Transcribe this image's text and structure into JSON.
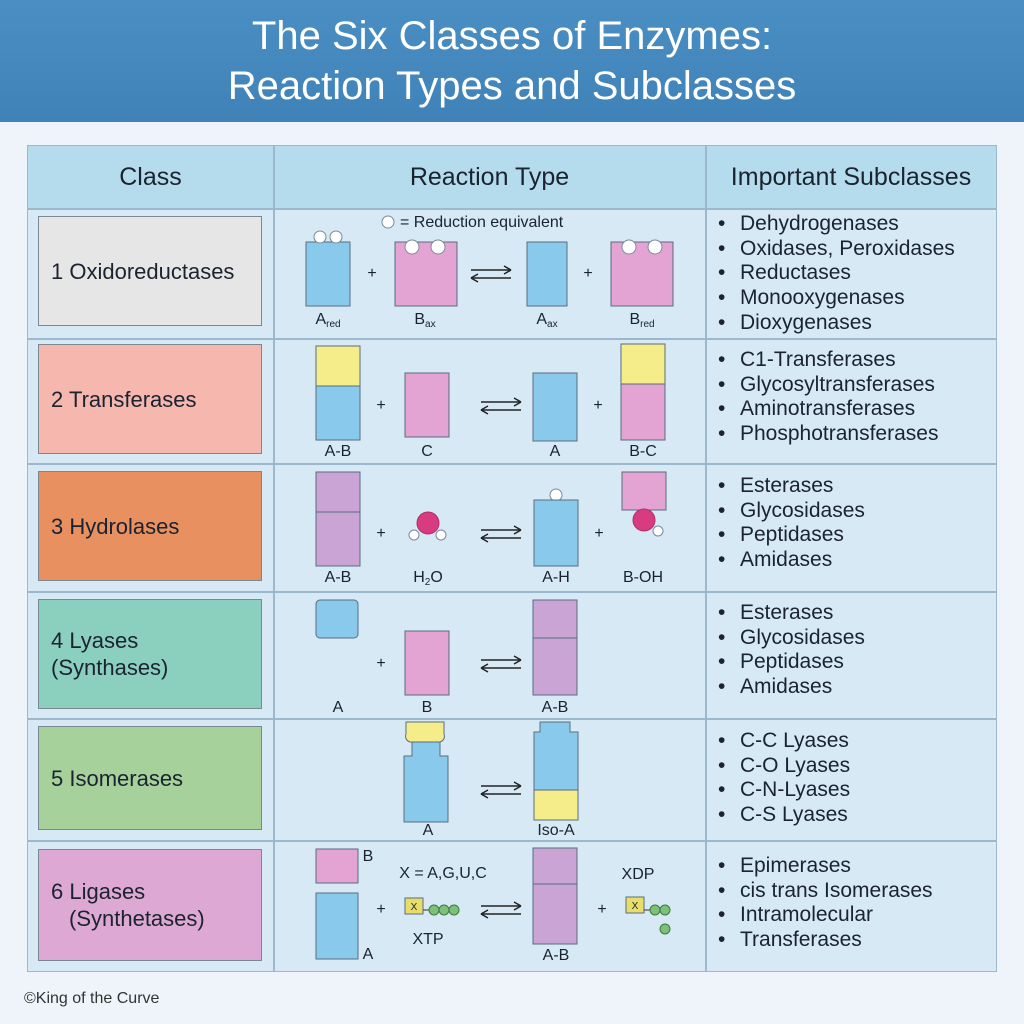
{
  "title": {
    "line1": "The Six Classes of Enzymes:",
    "line2": "Reaction Types and Subclasses"
  },
  "columns": {
    "class": "Class",
    "reaction": "Reaction Type",
    "subclasses": "Important Subclasses"
  },
  "legend_note": "= Reduction equivalent",
  "colors": {
    "blue": "#89c9ec",
    "pink": "#e3a4d3",
    "yellow": "#f5ec8a",
    "purple": "#c9a4d4",
    "magenta": "#d83b80"
  },
  "rows": [
    {
      "class_name": "1 Oxidoreductases",
      "class_color": "#e6e6e6",
      "subclasses": [
        "Dehydrogenases",
        "Oxidases, Peroxidases",
        "Reductases",
        "Monooxygenases",
        "Dioxygenases"
      ],
      "labels": [
        {
          "main": "A",
          "sub": "red"
        },
        {
          "main": "B",
          "sub": "ax"
        },
        {
          "main": "A",
          "sub": "ax"
        },
        {
          "main": "B",
          "sub": "red"
        }
      ]
    },
    {
      "class_name": "2 Transferases",
      "class_color": "#f5b7ae",
      "subclasses": [
        "C1-Transferases",
        "Glycosyltransferases",
        "Aminotransferases",
        "Phosphotransferases"
      ],
      "labels": [
        "A-B",
        "C",
        "A",
        "B-C"
      ]
    },
    {
      "class_name": "3 Hydrolases",
      "class_color": "#e8905f",
      "subclasses": [
        "Esterases",
        "Glycosidases",
        "Peptidases",
        "Amidases"
      ],
      "labels": [
        "A-B",
        {
          "main": "H",
          "sub": "2",
          "tail": "O"
        },
        "A-H",
        "B-OH"
      ]
    },
    {
      "class_name": "4 Lyases (Synthases)",
      "class_color": "#8bcfbf",
      "subclasses": [
        "Esterases",
        "Glycosidases",
        "Peptidases",
        "Amidases"
      ],
      "labels": [
        "A",
        "B",
        "A-B"
      ]
    },
    {
      "class_name": "5 Isomerases",
      "class_color": "#a7d19a",
      "subclasses": [
        "C-C Lyases",
        "C-O Lyases",
        "C-N-Lyases",
        "C-S Lyases"
      ],
      "labels": [
        "A",
        "Iso-A"
      ]
    },
    {
      "class_name_line1": "6 Ligases",
      "class_name_line2": "(Synthetases)",
      "class_color": "#dea8d5",
      "subclasses": [
        "Epimerases",
        "cis trans Isomerases",
        "Intramolecular",
        "Transferases"
      ],
      "labels": [
        "B",
        "A",
        "X = A,G,U,C",
        "XTP",
        "A-B",
        "XDP"
      ]
    }
  ],
  "credit": "©King of the Curve"
}
